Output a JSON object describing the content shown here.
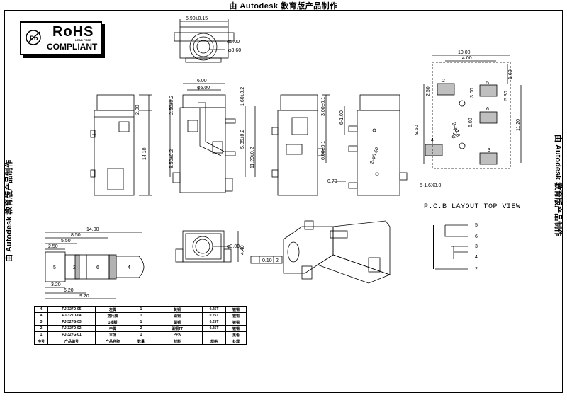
{
  "watermark": {
    "top": "由 Autodesk 教育版产品制作",
    "left": "由 Autodesk 教育版产品制作",
    "right": "由 Autodesk 教育版产品制作"
  },
  "rohs": {
    "title": "RoHS",
    "subtitle": "COMPLIANT",
    "tiny": "LEAD FREE"
  },
  "top_view": {
    "width_dim": "5.90±0.15",
    "hole_dia": "φ5.00",
    "hole_dia2": "φ3.60"
  },
  "side_view_left": {
    "dim_2_00": "2.00",
    "dim_14_10": "14.10"
  },
  "front_view": {
    "dim_6_00": "6.00",
    "dim_5_00": "φ5.00",
    "dim_2_50": "2.50±0.2",
    "dim_1_60": "1.60±0.2",
    "dim_5_35": "5.35±0.2",
    "dim_11_20": "11.20±0.2",
    "dim_8_50": "8.50±0.2"
  },
  "side_view_right": {
    "dim_3_00": "3.00±0.1",
    "dim_6_00": "6.00±0.1",
    "dim_6_1": "6-1.00",
    "dim_2_060": "2-φ0.60",
    "dim_0_70": "0.70"
  },
  "pcb": {
    "title": "P.C.B LAYOUT TOP VIEW",
    "dim_10_00": "10.00",
    "dim_4_00": "4.00",
    "dim_1_60": "1.60",
    "dim_2_50": "2.50",
    "dim_3_00": "3.00",
    "dim_5_30": "5.30",
    "dim_9_50": "9.50",
    "dim_6_00": "6.00",
    "dim_11_20": "11.20",
    "hole1": "2-φ0.8",
    "hole2": "φ1.0",
    "slot": "5-1.6X3.0",
    "pads": [
      "5",
      "2",
      "6",
      "4",
      "3"
    ]
  },
  "plug": {
    "dim_14_00": "14.00",
    "dim_8_50": "8.50",
    "dim_5_50": "5.50",
    "dim_2_50": "2.50",
    "dim_3_20": "3.20",
    "dim_6_20": "6.20",
    "dim_9_20": "9.20",
    "segments": [
      "5",
      "2",
      "6",
      "4"
    ]
  },
  "bottom_front": {
    "dim_3_00": "φ3.00",
    "dim_4_40": "4.40",
    "tolerance_1": "0.10",
    "tolerance_2": "2"
  },
  "schematic": {
    "pins": [
      "5",
      "6",
      "3",
      "4",
      "2"
    ]
  },
  "bom": {
    "rows": [
      [
        "4",
        "PJ-327D-05",
        "左脚",
        "1",
        "黄铜",
        "0.25T",
        "镀锡"
      ],
      [
        "4",
        "PJ-327D-04",
        "搭片脚",
        "1",
        "磷铜",
        "0.25T",
        "镀锡"
      ],
      [
        "3",
        "PJ-327G-03",
        "1接脚",
        "1",
        "磷铜",
        "0.25T",
        "镀锡"
      ],
      [
        "2",
        "PJ-327D-02",
        "中脚",
        "2",
        "磷铜TT",
        "0.25T",
        "镀锡"
      ],
      [
        "1",
        "PJ-327G-01",
        "本体",
        "1",
        "PPA",
        "",
        "黑色"
      ]
    ],
    "header": [
      "序号",
      "产品编号",
      "产品名称",
      "数量",
      "材料",
      "规格",
      "处理"
    ]
  }
}
